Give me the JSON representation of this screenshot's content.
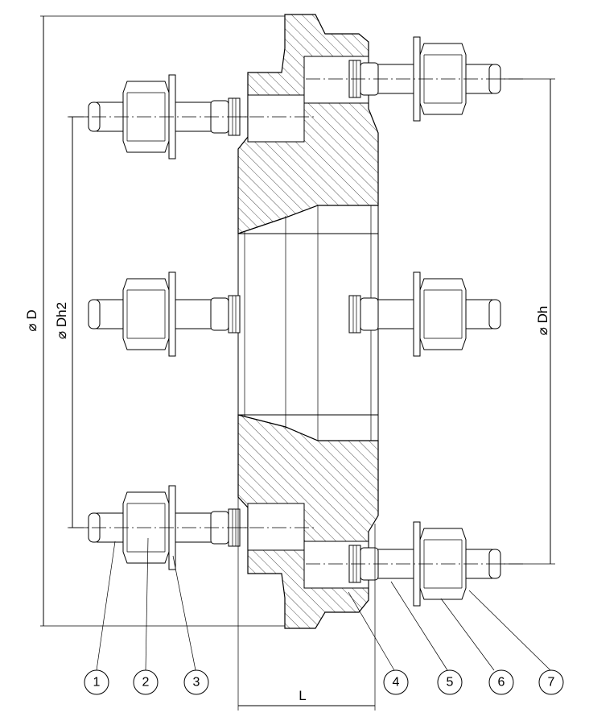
{
  "dimensions": {
    "outer_diameter": "D",
    "hole_circle_2": "Dh2",
    "hole_circle": "Dh",
    "length": "L",
    "diameter_symbol": "⌀"
  },
  "balloons": [
    "1",
    "2",
    "3",
    "4",
    "5",
    "6",
    "7"
  ]
}
